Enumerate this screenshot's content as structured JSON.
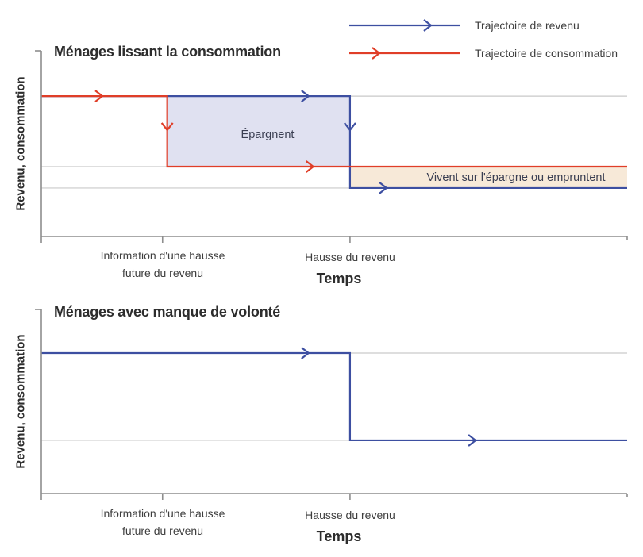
{
  "legend": {
    "items": [
      {
        "label": "Trajectoire de revenu",
        "color": "#3d4fa1"
      },
      {
        "label": "Trajectoire de consommation",
        "color": "#e03e28"
      }
    ]
  },
  "colors": {
    "income_line": "#3d4fa1",
    "consumption_line": "#e03e28",
    "saving_fill": "#e0e1f1",
    "dissaving_fill": "#f7e9d8",
    "gridline": "#c9c9c9",
    "axis": "#8e8e8e",
    "title_text": "#2d2d2d",
    "label_text": "#3e3e3e"
  },
  "chart_data": [
    {
      "type": "line",
      "title": "Ménages lissant la consommation",
      "xlabel": "Temps",
      "ylabel": "Revenu, consommation",
      "x_range": [
        0,
        10
      ],
      "y_range": [
        0,
        10
      ],
      "grid": "horizontal-only",
      "gridlines_y": [
        7.56,
        3.76,
        2.61
      ],
      "x_ticks": [
        {
          "x": 2.07,
          "label": "Information d'une hausse\nfuture du revenu"
        },
        {
          "x": 5.27,
          "label": "Hausse du revenu"
        }
      ],
      "series": [
        {
          "name": "Trajectoire de revenu",
          "color": "#3d4fa1",
          "points": [
            [
              0,
              7.56
            ],
            [
              5.27,
              7.56
            ],
            [
              5.27,
              2.61
            ],
            [
              10,
              2.61
            ]
          ],
          "arrows": [
            {
              "dir": "right",
              "x": 4.55,
              "y": 7.56
            },
            {
              "dir": "down",
              "x": 5.27,
              "y": 5.77
            },
            {
              "dir": "right",
              "x": 5.88,
              "y": 2.61
            }
          ]
        },
        {
          "name": "Trajectoire de consommation",
          "color": "#e03e28",
          "points": [
            [
              0,
              7.56
            ],
            [
              2.15,
              7.56
            ],
            [
              2.15,
              3.76
            ],
            [
              10,
              3.76
            ]
          ],
          "arrows": [
            {
              "dir": "right",
              "x": 1.03,
              "y": 7.56
            },
            {
              "dir": "down",
              "x": 2.15,
              "y": 5.77
            },
            {
              "dir": "right",
              "x": 4.63,
              "y": 3.76
            }
          ]
        }
      ],
      "regions": [
        {
          "label": "Épargnent",
          "x1": 2.15,
          "x2": 5.27,
          "y1": 3.76,
          "y2": 7.56,
          "fill": "#e0e1f1"
        },
        {
          "label": "Vivent sur l'épargne ou empruntent",
          "x1": 5.27,
          "x2": 10,
          "y1": 2.61,
          "y2": 3.76,
          "fill": "#f7e9d8"
        }
      ]
    },
    {
      "type": "line",
      "title": "Ménages avec manque de volonté",
      "xlabel": "Temps",
      "ylabel": "Revenu, consommation",
      "x_range": [
        0,
        10
      ],
      "y_range": [
        0,
        10
      ],
      "grid": "horizontal-only",
      "gridlines_y": [
        7.63,
        2.89
      ],
      "x_ticks": [
        {
          "x": 2.07,
          "label": "Information d'une hausse\nfuture du revenu"
        },
        {
          "x": 5.27,
          "label": "Hausse du revenu"
        }
      ],
      "series": [
        {
          "name": "Trajectoire de revenu",
          "color": "#3d4fa1",
          "points": [
            [
              0,
              7.63
            ],
            [
              5.27,
              7.63
            ],
            [
              5.27,
              2.89
            ],
            [
              10,
              2.89
            ]
          ],
          "arrows": [
            {
              "dir": "right",
              "x": 4.55,
              "y": 7.63
            },
            {
              "dir": "right",
              "x": 7.4,
              "y": 2.89
            }
          ]
        }
      ],
      "regions": []
    }
  ]
}
